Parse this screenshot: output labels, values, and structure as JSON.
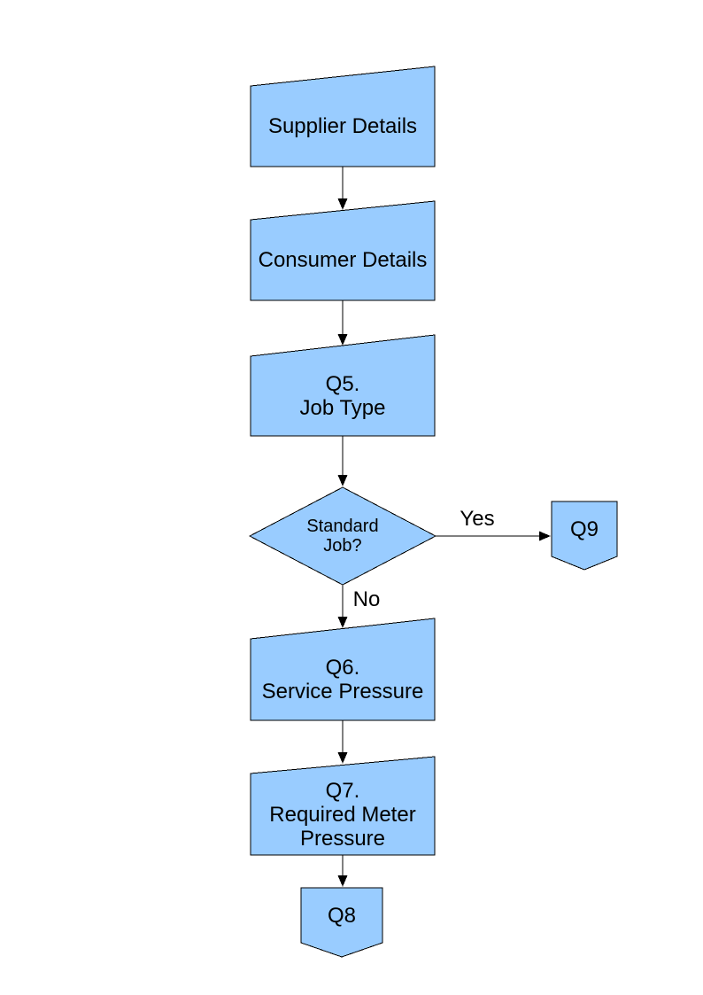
{
  "diagram": {
    "colors": {
      "shape_fill": "#99CCFF",
      "shape_stroke": "#000000",
      "connector": "#000000",
      "text": "#000000",
      "background": "#FFFFFF"
    },
    "nodes": {
      "supplier": {
        "label": "Supplier Details",
        "shape": "manual-input"
      },
      "consumer": {
        "label": "Consumer Details",
        "shape": "manual-input"
      },
      "q5": {
        "label": "Q5.\nJob Type",
        "shape": "manual-input"
      },
      "standard_job": {
        "label": "Standard\nJob?",
        "shape": "decision"
      },
      "q9": {
        "label": "Q9",
        "shape": "off-page-connector"
      },
      "q6": {
        "label": "Q6.\nService Pressure",
        "shape": "manual-input"
      },
      "q7": {
        "label": "Q7.\nRequired Meter\nPressure",
        "shape": "manual-input"
      },
      "q8": {
        "label": "Q8",
        "shape": "off-page-connector"
      }
    },
    "edges": {
      "yes_label": "Yes",
      "no_label": "No"
    }
  }
}
